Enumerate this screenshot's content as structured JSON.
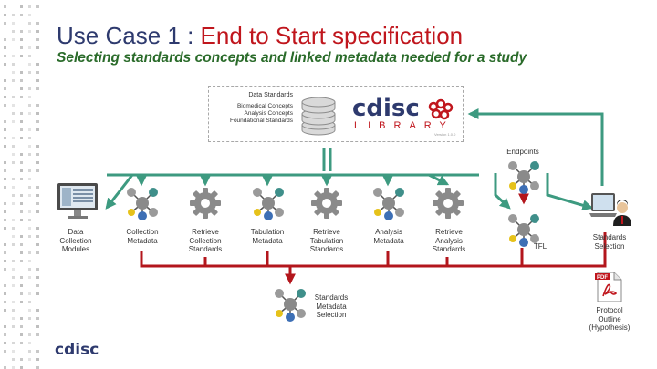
{
  "title": {
    "prefix": "Use Case 1 : ",
    "highlight": "End to Start specification"
  },
  "subtitle": "Selecting standards concepts and linked metadata needed for a study",
  "data_standards": {
    "title": "Data Standards",
    "items": [
      "Biomedical Concepts",
      "Analysis Concepts",
      "Foundational Standards"
    ]
  },
  "library_logo": {
    "main": "cdisc",
    "sub": "LIBRARY",
    "small": "Version 1.0.0"
  },
  "nodes": {
    "data_collection_modules": "Data Collection Modules",
    "collection_metadata": "Collection Metadata",
    "retrieve_collection_standards": "Retrieve Collection Standards",
    "tabulation_metadata": "Tabulation Metadata",
    "retrieve_tabulation_standards": "Retrieve Tabulation Standards",
    "analysis_metadata": "Analysis Metadata",
    "retrieve_analysis_standards": "Retrieve Analysis Standards",
    "endpoints": "Endpoints",
    "tfl": "TFL",
    "standards_selection": "Standards Selection",
    "standards_metadata_selection": "Standards Metadata Selection",
    "protocol_outline": "Protocol Outline (Hypothesis)"
  },
  "pdf_label": "PDF",
  "footer_logo": "cdisc",
  "colors": {
    "title": "#2e3a6e",
    "title_highlight": "#c0161d",
    "subtitle": "#2a6b2a",
    "green_arrow": "#3d9a80",
    "red_arrow": "#b3161c",
    "gear": "#8a8a8a",
    "node_teal": "#3f8f8a",
    "node_blue": "#3d6fb5",
    "node_yellow": "#e6c21a"
  }
}
